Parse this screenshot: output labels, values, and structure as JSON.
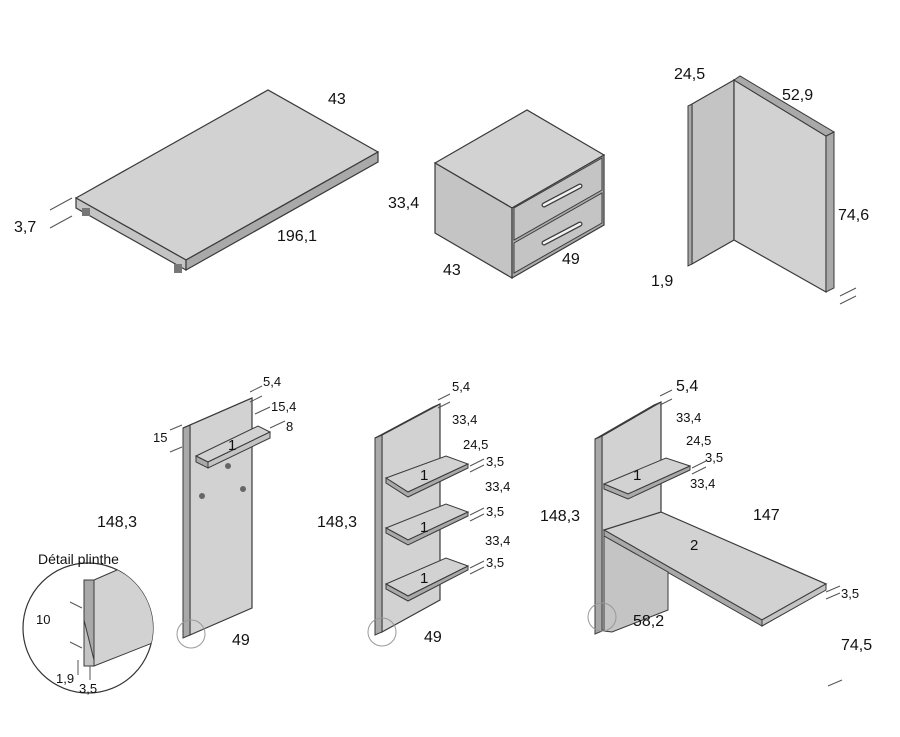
{
  "colors": {
    "panel_top": "#d2d2d2",
    "panel_front": "#c4c4c4",
    "panel_side": "#a9a9a9",
    "edge": "#3a3a3a",
    "leader": "#555555"
  },
  "bed": {
    "width": "43",
    "length": "196,1",
    "thickness": "3,7"
  },
  "nightstand": {
    "height": "33,4",
    "depth": "43",
    "width": "49"
  },
  "corner_panel": {
    "depth": "24,5",
    "width": "52,9",
    "height": "74,6",
    "thickness": "1,9"
  },
  "unit_a": {
    "top_thickness": "5,4",
    "shelf_width": "15,4",
    "shelf_height": "8",
    "top_gap": "15",
    "height": "148,3",
    "width": "49",
    "shelf_number": "1"
  },
  "unit_b": {
    "top_thickness": "5,4",
    "spacing_top": "33,4",
    "shelf_depth": "24,5",
    "shelf_thickness_1": "3,5",
    "spacing_1": "33,4",
    "shelf_thickness_2": "3,5",
    "spacing_2": "33,4",
    "shelf_thickness_3": "3,5",
    "height": "148,3",
    "width": "49",
    "shelf_numbers": [
      "1",
      "1",
      "1"
    ]
  },
  "unit_c": {
    "top_thickness": "5,4",
    "spacing_top": "33,4",
    "shelf_depth": "24,5",
    "shelf_thickness": "3,5",
    "spacing": "33,4",
    "desk_length": "147",
    "height": "148,3",
    "desk_thickness": "3,5",
    "depth": "58,2",
    "desk_height": "74,5",
    "shelf_number": "1",
    "desk_number": "2"
  },
  "detail": {
    "title": "Détail plinthe",
    "height": "10",
    "thickness_a": "1,9",
    "thickness_b": "3,5"
  }
}
